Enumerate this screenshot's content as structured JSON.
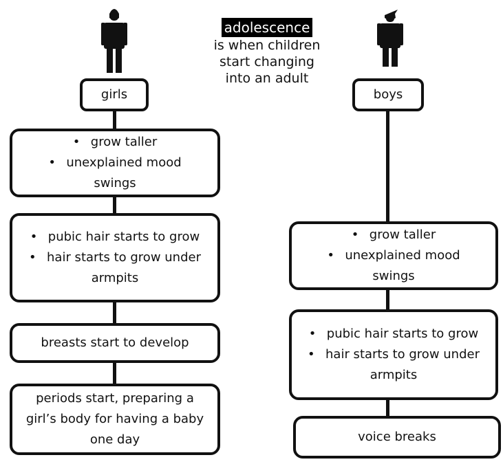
{
  "header": {
    "highlight": "adolescence",
    "description_lines": [
      "is when  children",
      "start changing",
      "into an adult"
    ]
  },
  "girls": {
    "label": "girls",
    "boxes": [
      {
        "items": [
          "grow taller",
          "unexplained mood swings"
        ]
      },
      {
        "items": [
          "pubic hair starts to grow",
          "hair starts to grow under armpits"
        ]
      },
      {
        "text": "breasts start to develop"
      },
      {
        "text": "periods start,  preparing a girl’s body for having a baby one day"
      }
    ]
  },
  "boys": {
    "label": "boys",
    "boxes": [
      {
        "items": [
          "grow taller",
          "unexplained mood swings"
        ]
      },
      {
        "items": [
          "pubic hair starts to grow",
          "hair starts to grow under armpits"
        ]
      },
      {
        "text": "voice breaks"
      }
    ]
  },
  "colors": {
    "ink": "#111111",
    "highlight_bg": "#000000",
    "highlight_text": "#ffffff",
    "background": "#ffffff"
  },
  "icons": {
    "girl": "person-icon",
    "boy": "person-with-hair-icon"
  }
}
